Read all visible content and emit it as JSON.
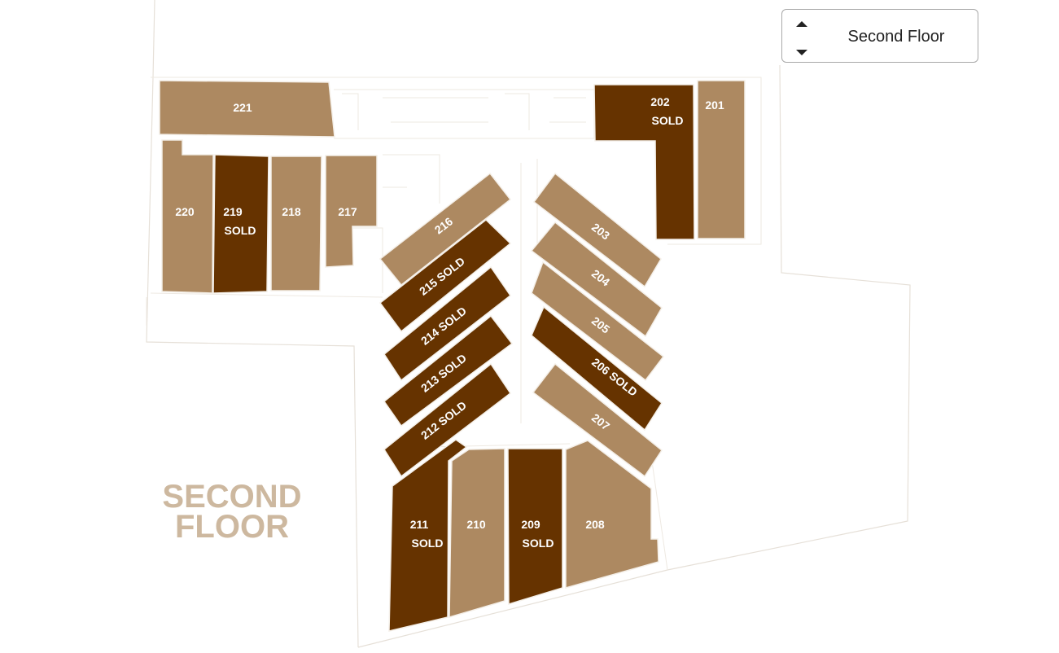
{
  "floor_selector": {
    "selected": "Second Floor"
  },
  "plan_title": {
    "line1": "SECOND",
    "line2": "FLOOR"
  },
  "colors": {
    "available": "#ad8961",
    "sold": "#663300"
  },
  "sold_label": "SOLD",
  "units": [
    {
      "number": "221",
      "status": "available"
    },
    {
      "number": "220",
      "status": "available"
    },
    {
      "number": "219",
      "status": "sold"
    },
    {
      "number": "218",
      "status": "available"
    },
    {
      "number": "217",
      "status": "available"
    },
    {
      "number": "216",
      "status": "available"
    },
    {
      "number": "215",
      "status": "sold"
    },
    {
      "number": "214",
      "status": "sold"
    },
    {
      "number": "213",
      "status": "sold"
    },
    {
      "number": "212",
      "status": "sold"
    },
    {
      "number": "211",
      "status": "sold"
    },
    {
      "number": "210",
      "status": "available"
    },
    {
      "number": "209",
      "status": "sold"
    },
    {
      "number": "208",
      "status": "available"
    },
    {
      "number": "207",
      "status": "available"
    },
    {
      "number": "206",
      "status": "sold"
    },
    {
      "number": "205",
      "status": "available"
    },
    {
      "number": "204",
      "status": "available"
    },
    {
      "number": "203",
      "status": "available"
    },
    {
      "number": "202",
      "status": "sold"
    },
    {
      "number": "201",
      "status": "available"
    }
  ]
}
